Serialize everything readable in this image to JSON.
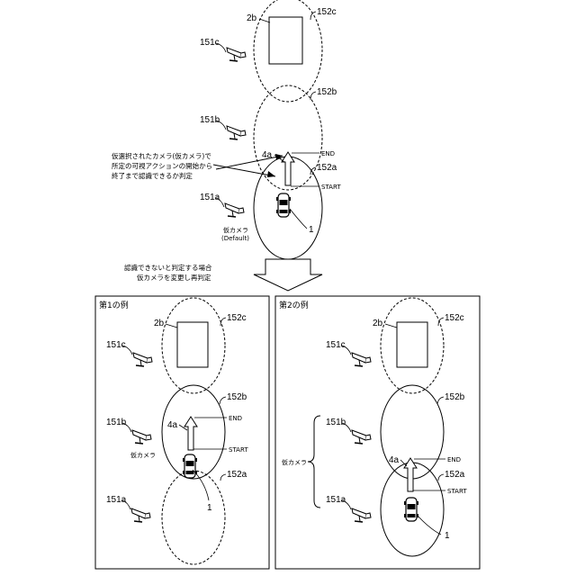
{
  "top": {
    "areas": {
      "c": "152c",
      "b": "152b",
      "a": "152a"
    },
    "cameras": {
      "c": "151c",
      "b": "151b",
      "a": "151a"
    },
    "screen_ref": "2b",
    "arrow_ref": "4a",
    "end_label": "END",
    "start_label": "START",
    "car_ref": "1",
    "callout_lines": [
      "仮選択されたカメラ(仮カメラ)で",
      "所定の可視アクションの開始から",
      "終了まで認識できるか判定"
    ],
    "temp_camera_lines": [
      "仮カメラ",
      "(Default)"
    ]
  },
  "transition_lines": [
    "認識できないと判定する場合",
    "仮カメラを変更し再判定"
  ],
  "panel1": {
    "title": "第1の例",
    "areas": {
      "c": "152c",
      "b": "152b",
      "a": "152a"
    },
    "cameras": {
      "c": "151c",
      "b": "151b",
      "a": "151a"
    },
    "screen_ref": "2b",
    "arrow_ref": "4a",
    "end_label": "END",
    "start_label": "START",
    "car_ref": "1",
    "temp_camera": "仮カメラ"
  },
  "panel2": {
    "title": "第2の例",
    "areas": {
      "c": "152c",
      "b": "152b",
      "a": "152a"
    },
    "cameras": {
      "c": "151c",
      "b": "151b",
      "a": "151a"
    },
    "screen_ref": "2b",
    "arrow_ref": "4a",
    "end_label": "END",
    "start_label": "START",
    "car_ref": "1",
    "temp_camera": "仮カメラ"
  }
}
